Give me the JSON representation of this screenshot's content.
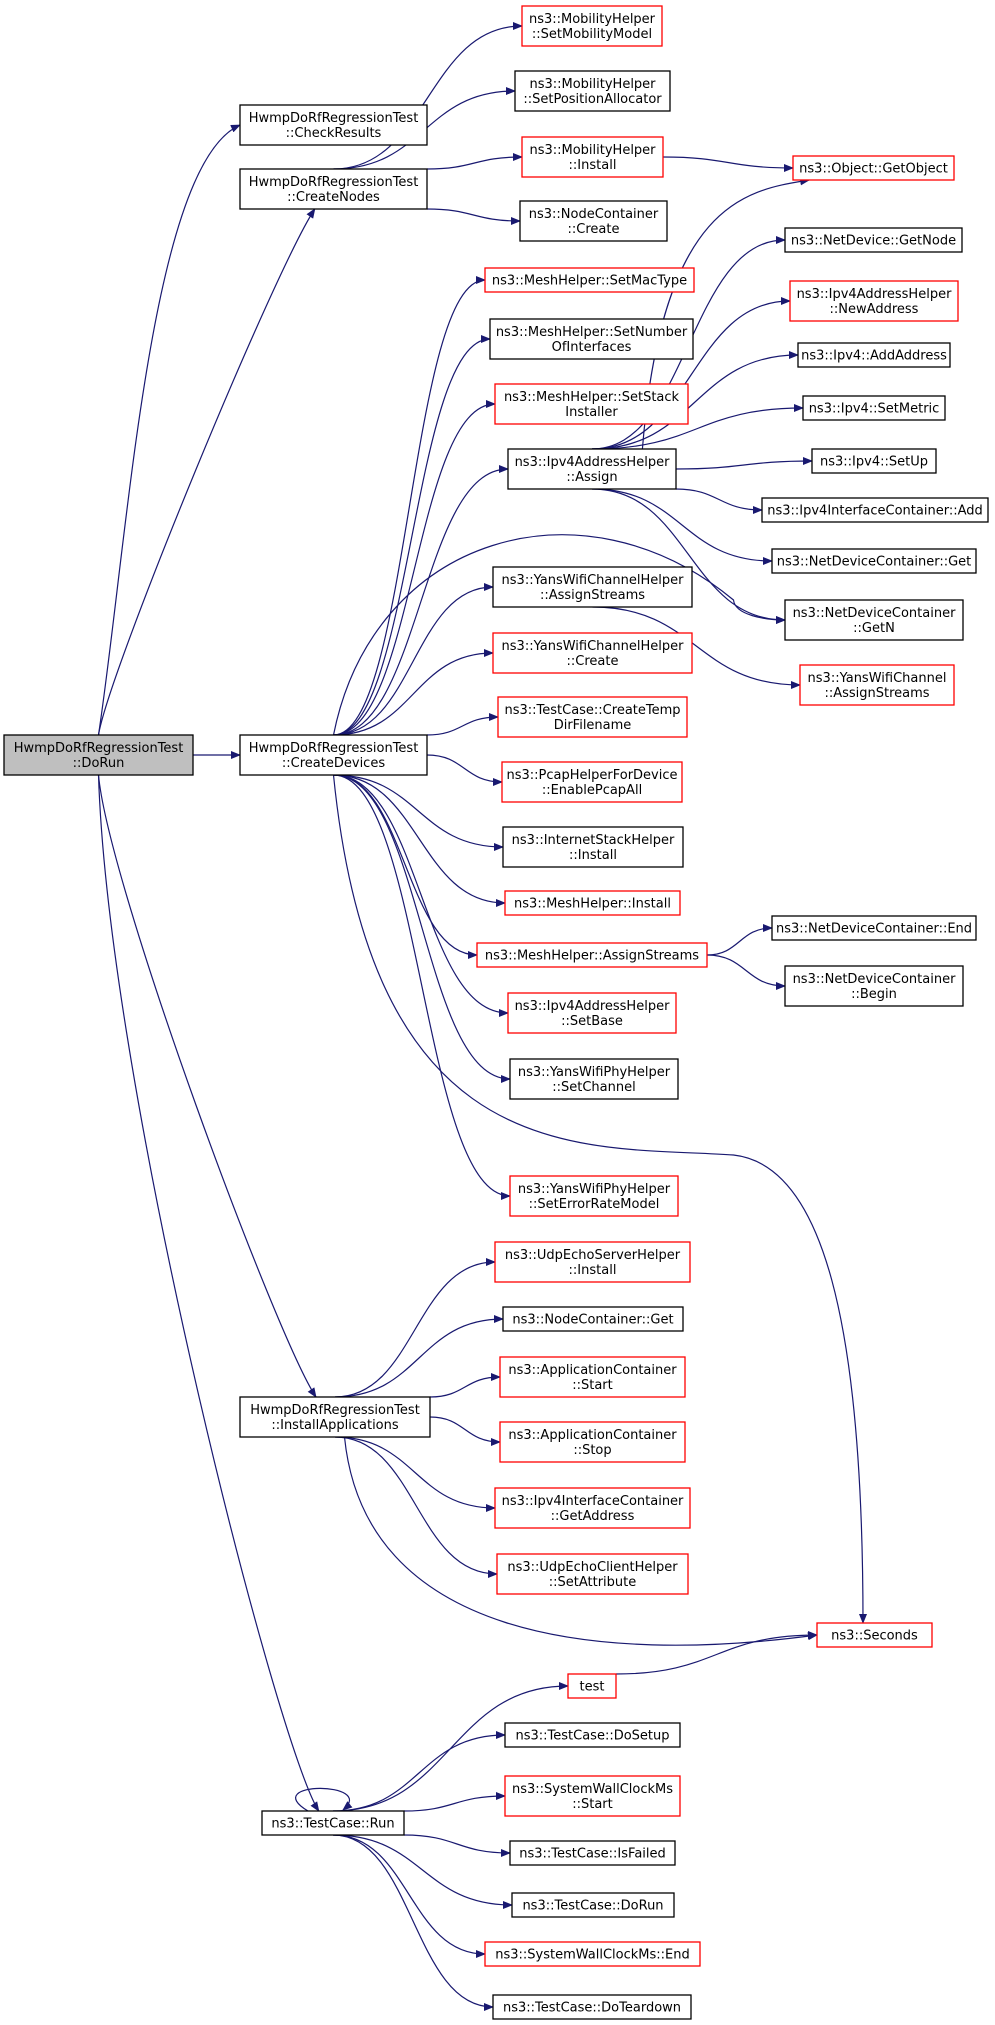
{
  "colors": {
    "edge": "#191970",
    "border_black": "#000000",
    "border_red": "#ff0000",
    "root_fill": "#bfbfbf",
    "fill": "#ffffff"
  },
  "nodes": {
    "root": {
      "lines": [
        "HwmpDoRfRegressionTest",
        "::DoRun"
      ],
      "style": "root"
    },
    "check_results": {
      "lines": [
        "HwmpDoRfRegressionTest",
        "::CheckResults"
      ],
      "style": "black"
    },
    "create_nodes": {
      "lines": [
        "HwmpDoRfRegressionTest",
        "::CreateNodes"
      ],
      "style": "black"
    },
    "create_devices": {
      "lines": [
        "HwmpDoRfRegressionTest",
        "::CreateDevices"
      ],
      "style": "black"
    },
    "install_applications": {
      "lines": [
        "HwmpDoRfRegressionTest",
        "::InstallApplications"
      ],
      "style": "black"
    },
    "testcase_run": {
      "lines": [
        "ns3::TestCase::Run"
      ],
      "style": "black"
    },
    "mobility_set_model": {
      "lines": [
        "ns3::MobilityHelper",
        "::SetMobilityModel"
      ],
      "style": "red"
    },
    "mobility_set_pos": {
      "lines": [
        "ns3::MobilityHelper",
        "::SetPositionAllocator"
      ],
      "style": "black"
    },
    "mobility_install": {
      "lines": [
        "ns3::MobilityHelper",
        "::Install"
      ],
      "style": "red"
    },
    "nodecontainer_create": {
      "lines": [
        "ns3::NodeContainer",
        "::Create"
      ],
      "style": "black"
    },
    "object_getobject": {
      "lines": [
        "ns3::Object::GetObject"
      ],
      "style": "red"
    },
    "netdevice_getnode": {
      "lines": [
        "ns3::NetDevice::GetNode"
      ],
      "style": "black"
    },
    "ipv4addr_newaddress": {
      "lines": [
        "ns3::Ipv4AddressHelper",
        "::NewAddress"
      ],
      "style": "red"
    },
    "ipv4_addaddress": {
      "lines": [
        "ns3::Ipv4::AddAddress"
      ],
      "style": "black"
    },
    "ipv4_setmetric": {
      "lines": [
        "ns3::Ipv4::SetMetric"
      ],
      "style": "black"
    },
    "ipv4_setup": {
      "lines": [
        "ns3::Ipv4::SetUp"
      ],
      "style": "black"
    },
    "ipv4ic_add": {
      "lines": [
        "ns3::Ipv4InterfaceContainer::Add"
      ],
      "style": "black"
    },
    "ndc_get": {
      "lines": [
        "ns3::NetDeviceContainer::Get"
      ],
      "style": "black"
    },
    "ndc_getn": {
      "lines": [
        "ns3::NetDeviceContainer",
        "::GetN"
      ],
      "style": "black"
    },
    "yanschannel_assignstreams": {
      "lines": [
        "ns3::YansWifiChannel",
        "::AssignStreams"
      ],
      "style": "red"
    },
    "ndc_end": {
      "lines": [
        "ns3::NetDeviceContainer::End"
      ],
      "style": "black"
    },
    "ndc_begin": {
      "lines": [
        "ns3::NetDeviceContainer",
        "::Begin"
      ],
      "style": "black"
    },
    "mesh_setmactype": {
      "lines": [
        "ns3::MeshHelper::SetMacType"
      ],
      "style": "red"
    },
    "mesh_setnumber": {
      "lines": [
        "ns3::MeshHelper::SetNumber",
        "OfInterfaces"
      ],
      "style": "black"
    },
    "mesh_setstack": {
      "lines": [
        "ns3::MeshHelper::SetStack",
        "Installer"
      ],
      "style": "red"
    },
    "ipv4addr_assign": {
      "lines": [
        "ns3::Ipv4AddressHelper",
        "::Assign"
      ],
      "style": "black"
    },
    "yanschhelper_assignstreams": {
      "lines": [
        "ns3::YansWifiChannelHelper",
        "::AssignStreams"
      ],
      "style": "black"
    },
    "yanschhelper_create": {
      "lines": [
        "ns3::YansWifiChannelHelper",
        "::Create"
      ],
      "style": "red"
    },
    "testcase_createtemp": {
      "lines": [
        "ns3::TestCase::CreateTemp",
        "DirFilename"
      ],
      "style": "red"
    },
    "pcap_enableall": {
      "lines": [
        "ns3::PcapHelperForDevice",
        "::EnablePcapAll"
      ],
      "style": "red"
    },
    "internetstack_install": {
      "lines": [
        "ns3::InternetStackHelper",
        "::Install"
      ],
      "style": "black"
    },
    "mesh_install": {
      "lines": [
        "ns3::MeshHelper::Install"
      ],
      "style": "red"
    },
    "mesh_assignstreams": {
      "lines": [
        "ns3::MeshHelper::AssignStreams"
      ],
      "style": "red"
    },
    "ipv4addr_setbase": {
      "lines": [
        "ns3::Ipv4AddressHelper",
        "::SetBase"
      ],
      "style": "red"
    },
    "yansphy_setchannel": {
      "lines": [
        "ns3::YansWifiPhyHelper",
        "::SetChannel"
      ],
      "style": "black"
    },
    "yansphy_seterror": {
      "lines": [
        "ns3::YansWifiPhyHelper",
        "::SetErrorRateModel"
      ],
      "style": "red"
    },
    "udpserver_install": {
      "lines": [
        "ns3::UdpEchoServerHelper",
        "::Install"
      ],
      "style": "red"
    },
    "nodecontainer_get": {
      "lines": [
        "ns3::NodeContainer::Get"
      ],
      "style": "black"
    },
    "appcontainer_start": {
      "lines": [
        "ns3::ApplicationContainer",
        "::Start"
      ],
      "style": "red"
    },
    "appcontainer_stop": {
      "lines": [
        "ns3::ApplicationContainer",
        "::Stop"
      ],
      "style": "red"
    },
    "ipv4ic_getaddress": {
      "lines": [
        "ns3::Ipv4InterfaceContainer",
        "::GetAddress"
      ],
      "style": "red"
    },
    "udpclient_setattr": {
      "lines": [
        "ns3::UdpEchoClientHelper",
        "::SetAttribute"
      ],
      "style": "red"
    },
    "seconds": {
      "lines": [
        "ns3::Seconds"
      ],
      "style": "red"
    },
    "test": {
      "lines": [
        "test"
      ],
      "style": "red"
    },
    "testcase_dosetup": {
      "lines": [
        "ns3::TestCase::DoSetup"
      ],
      "style": "black"
    },
    "wallclock_start": {
      "lines": [
        "ns3::SystemWallClockMs",
        "::Start"
      ],
      "style": "red"
    },
    "testcase_isfailed": {
      "lines": [
        "ns3::TestCase::IsFailed"
      ],
      "style": "black"
    },
    "testcase_dorun": {
      "lines": [
        "ns3::TestCase::DoRun"
      ],
      "style": "black"
    },
    "wallclock_end": {
      "lines": [
        "ns3::SystemWallClockMs::End"
      ],
      "style": "red"
    },
    "testcase_doteardown": {
      "lines": [
        "ns3::TestCase::DoTeardown"
      ],
      "style": "black"
    }
  },
  "edges": [
    [
      "root",
      "check_results"
    ],
    [
      "root",
      "create_nodes"
    ],
    [
      "root",
      "create_devices"
    ],
    [
      "root",
      "install_applications"
    ],
    [
      "root",
      "testcase_run"
    ],
    [
      "create_nodes",
      "mobility_set_model"
    ],
    [
      "create_nodes",
      "mobility_set_pos"
    ],
    [
      "create_nodes",
      "mobility_install"
    ],
    [
      "create_nodes",
      "nodecontainer_create"
    ],
    [
      "mobility_install",
      "object_getobject"
    ],
    [
      "create_devices",
      "mesh_setmactype"
    ],
    [
      "create_devices",
      "mesh_setnumber"
    ],
    [
      "create_devices",
      "mesh_setstack"
    ],
    [
      "create_devices",
      "ipv4addr_assign"
    ],
    [
      "create_devices",
      "ndc_getn"
    ],
    [
      "create_devices",
      "yanschhelper_assignstreams"
    ],
    [
      "create_devices",
      "yanschhelper_create"
    ],
    [
      "create_devices",
      "testcase_createtemp"
    ],
    [
      "create_devices",
      "pcap_enableall"
    ],
    [
      "create_devices",
      "internetstack_install"
    ],
    [
      "create_devices",
      "mesh_install"
    ],
    [
      "create_devices",
      "mesh_assignstreams"
    ],
    [
      "create_devices",
      "ipv4addr_setbase"
    ],
    [
      "create_devices",
      "yansphy_setchannel"
    ],
    [
      "create_devices",
      "yansphy_seterror"
    ],
    [
      "create_devices",
      "seconds"
    ],
    [
      "ipv4addr_assign",
      "object_getobject"
    ],
    [
      "ipv4addr_assign",
      "netdevice_getnode"
    ],
    [
      "ipv4addr_assign",
      "ipv4addr_newaddress"
    ],
    [
      "ipv4addr_assign",
      "ipv4_addaddress"
    ],
    [
      "ipv4addr_assign",
      "ipv4_setmetric"
    ],
    [
      "ipv4addr_assign",
      "ipv4_setup"
    ],
    [
      "ipv4addr_assign",
      "ipv4ic_add"
    ],
    [
      "ipv4addr_assign",
      "ndc_get"
    ],
    [
      "ipv4addr_assign",
      "ndc_getn"
    ],
    [
      "yanschhelper_assignstreams",
      "yanschannel_assignstreams"
    ],
    [
      "mesh_assignstreams",
      "ndc_end"
    ],
    [
      "mesh_assignstreams",
      "ndc_begin"
    ],
    [
      "install_applications",
      "udpserver_install"
    ],
    [
      "install_applications",
      "nodecontainer_get"
    ],
    [
      "install_applications",
      "appcontainer_start"
    ],
    [
      "install_applications",
      "appcontainer_stop"
    ],
    [
      "install_applications",
      "ipv4ic_getaddress"
    ],
    [
      "install_applications",
      "udpclient_setattr"
    ],
    [
      "install_applications",
      "seconds"
    ],
    [
      "testcase_run",
      "test"
    ],
    [
      "testcase_run",
      "testcase_dosetup"
    ],
    [
      "testcase_run",
      "wallclock_start"
    ],
    [
      "testcase_run",
      "testcase_isfailed"
    ],
    [
      "testcase_run",
      "testcase_dorun"
    ],
    [
      "testcase_run",
      "wallclock_end"
    ],
    [
      "testcase_run",
      "testcase_doteardown"
    ],
    [
      "testcase_run",
      "testcase_run"
    ],
    [
      "test",
      "seconds"
    ]
  ]
}
